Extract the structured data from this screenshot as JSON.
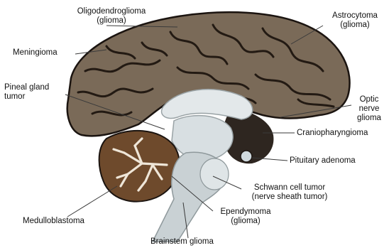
{
  "labels": {
    "oligodendroglioma": "Oligodendroglioma\n(glioma)",
    "astrocytoma": "Astrocytoma\n(glioma)",
    "meningioma": "Meningioma",
    "pineal": "Pineal gland\ntumor",
    "optic": "Optic\nnerve\nglioma",
    "craniopharyngioma": "Craniopharyngioma",
    "pituitary": "Pituitary adenoma",
    "schwann": "Schwann cell tumor\n(nerve sheath tumor)",
    "ependymoma": "Ependymoma\n(glioma)",
    "medulloblastoma": "Medulloblastoma",
    "brainstem": "Brainstem glioma"
  },
  "colors": {
    "cortex": "#7a6a58",
    "cortex_outline": "#1b1410",
    "sulci": "#231a13",
    "cerebellum": "#6e4a2c",
    "arbor": "#efe6d8",
    "brainstem": "#c9d1d4",
    "inner": "#e3e8ea",
    "dark_region": "#2e2620",
    "leader": "#3a3a3a"
  }
}
